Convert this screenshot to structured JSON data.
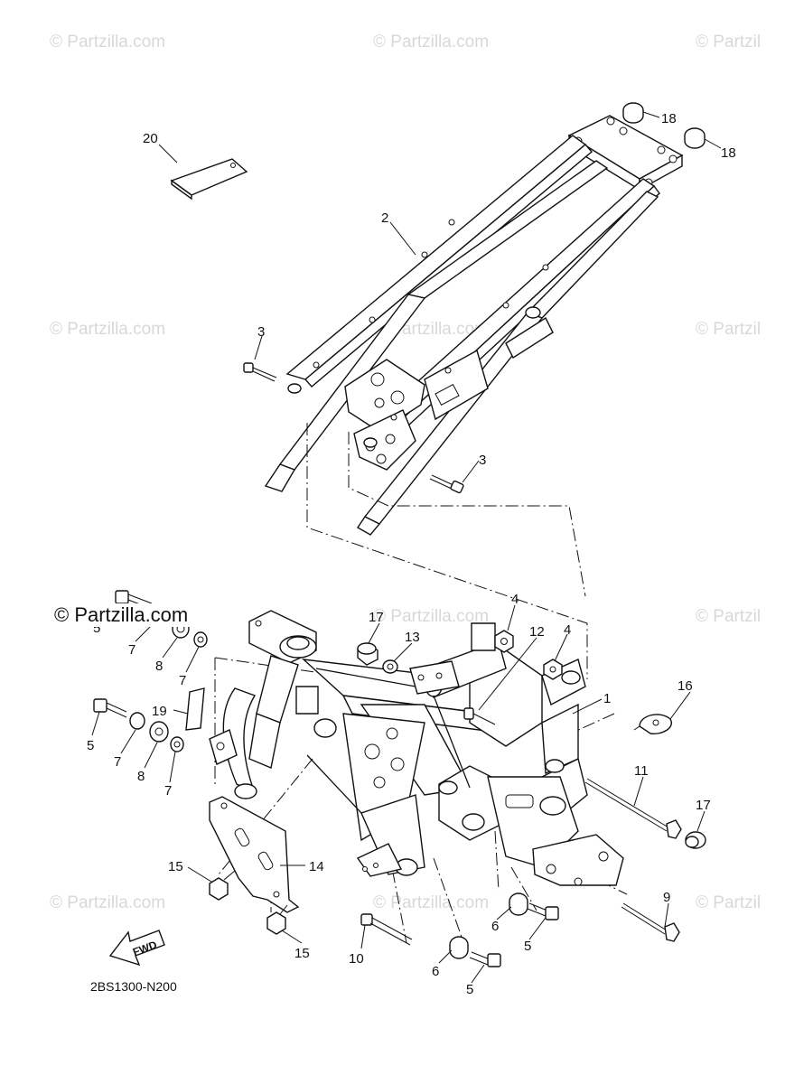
{
  "watermark_text": "© Partzilla.com",
  "watermark_clipped": "© Partzil",
  "brand_text": "© Partzilla.com",
  "diagram_code": "2BS1300-N200",
  "fwd_label": "FWD",
  "callouts": {
    "c1": "1",
    "c2": "2",
    "c3a": "3",
    "c3b": "3",
    "c4a": "4",
    "c4b": "4",
    "c5a": "5",
    "c5b": "5",
    "c5c": "5",
    "c5d": "5",
    "c6a": "6",
    "c6b": "6",
    "c7a": "7",
    "c7b": "7",
    "c7c": "7",
    "c7d": "7",
    "c8a": "8",
    "c8b": "8",
    "c9": "9",
    "c10": "10",
    "c11": "11",
    "c12": "12",
    "c13": "13",
    "c14": "14",
    "c15a": "15",
    "c15b": "15",
    "c16": "16",
    "c17a": "17",
    "c17b": "17",
    "c18a": "18",
    "c18b": "18",
    "c19": "19",
    "c20": "20"
  }
}
